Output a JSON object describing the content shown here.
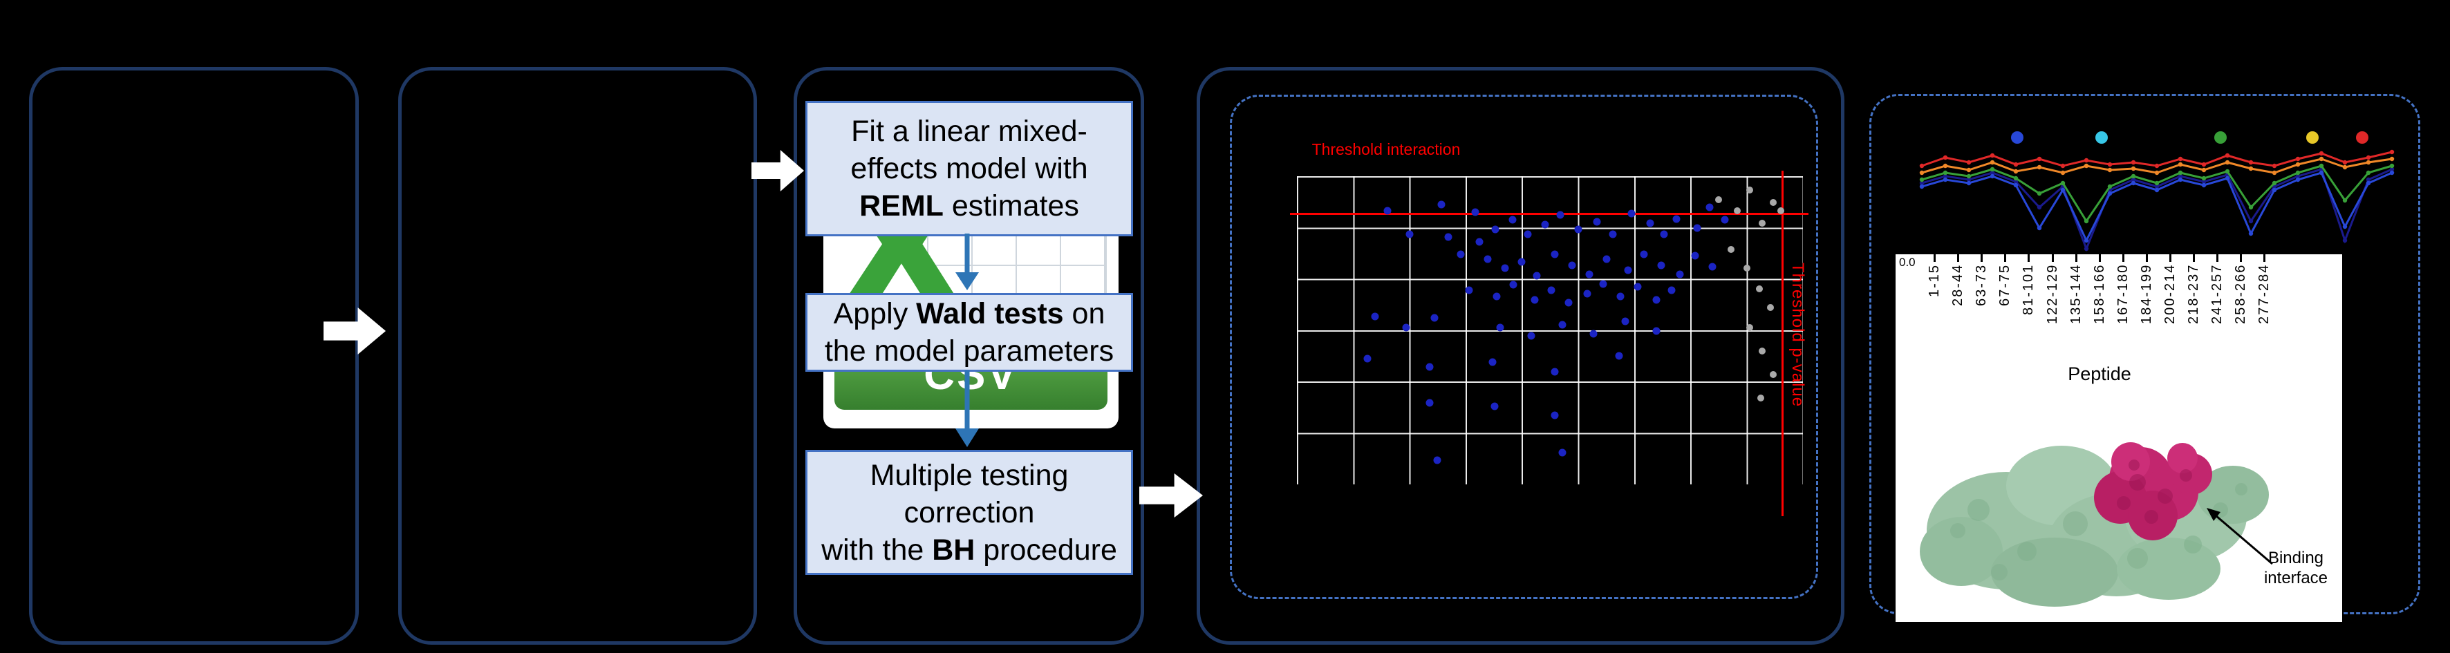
{
  "colors": {
    "background": "#000000",
    "panel_border": "#1f3864",
    "dashed_border": "#4472c4",
    "process_box_fill": "#dbe4f4",
    "process_box_border": "#4472c4",
    "flow_down_arrow": "#2e75b6",
    "white_block_arrow": "#ffffff",
    "threshold_red": "#ff0000",
    "scatter_blue": "#1b24c4",
    "scatter_gray": "#a9a9a9",
    "grid_line": "#ffffff",
    "csv_green": "#3aa33a",
    "csv_banner_green": "#4a9a3e",
    "protein_green": "#9cc3a6",
    "binding_magenta": "#c2266e"
  },
  "csv_icon": {
    "x_letter": "X",
    "format_label": "CSV"
  },
  "pipeline_steps": [
    {
      "lines": [
        [
          {
            "t": "Fit a linear mixed-"
          }
        ],
        [
          {
            "t": "effects model with"
          }
        ],
        [
          {
            "t": "REML",
            "b": true
          },
          {
            "t": " estimates"
          }
        ]
      ]
    },
    {
      "lines": [
        [
          {
            "t": "Apply "
          },
          {
            "t": "Wald tests",
            "b": true
          },
          {
            "t": " on"
          }
        ],
        [
          {
            "t": "the model parameters"
          }
        ]
      ]
    },
    {
      "lines": [
        [
          {
            "t": "Multiple testing"
          }
        ],
        [
          {
            "t": "correction"
          }
        ],
        [
          {
            "t": "with the "
          },
          {
            "t": "BH",
            "b": true
          },
          {
            "t": " procedure"
          }
        ]
      ]
    }
  ],
  "scatter_plot": {
    "type": "scatter",
    "threshold_top_label": "Threshold interaction",
    "threshold_side_label": "Threshold p-value",
    "blue_points": [
      [
        131,
        50
      ],
      [
        209,
        41
      ],
      [
        258,
        52
      ],
      [
        163,
        84
      ],
      [
        219,
        88
      ],
      [
        264,
        95
      ],
      [
        287,
        77
      ],
      [
        312,
        63
      ],
      [
        334,
        84
      ],
      [
        359,
        70
      ],
      [
        381,
        56
      ],
      [
        407,
        77
      ],
      [
        434,
        66
      ],
      [
        457,
        84
      ],
      [
        484,
        54
      ],
      [
        511,
        68
      ],
      [
        531,
        84
      ],
      [
        549,
        62
      ],
      [
        579,
        75
      ],
      [
        597,
        45
      ],
      [
        619,
        63
      ],
      [
        237,
        113
      ],
      [
        276,
        120
      ],
      [
        301,
        133
      ],
      [
        325,
        124
      ],
      [
        347,
        144
      ],
      [
        373,
        113
      ],
      [
        398,
        129
      ],
      [
        423,
        142
      ],
      [
        448,
        120
      ],
      [
        479,
        136
      ],
      [
        502,
        113
      ],
      [
        527,
        129
      ],
      [
        554,
        142
      ],
      [
        576,
        115
      ],
      [
        601,
        131
      ],
      [
        249,
        165
      ],
      [
        289,
        174
      ],
      [
        313,
        157
      ],
      [
        344,
        179
      ],
      [
        368,
        165
      ],
      [
        393,
        183
      ],
      [
        420,
        170
      ],
      [
        443,
        156
      ],
      [
        468,
        174
      ],
      [
        493,
        160
      ],
      [
        520,
        179
      ],
      [
        542,
        165
      ],
      [
        113,
        203
      ],
      [
        158,
        219
      ],
      [
        199,
        205
      ],
      [
        294,
        219
      ],
      [
        339,
        231
      ],
      [
        384,
        215
      ],
      [
        429,
        228
      ],
      [
        475,
        210
      ],
      [
        520,
        224
      ],
      [
        102,
        264
      ],
      [
        192,
        276
      ],
      [
        283,
        269
      ],
      [
        373,
        283
      ],
      [
        466,
        260
      ],
      [
        192,
        328
      ],
      [
        286,
        333
      ],
      [
        373,
        346
      ],
      [
        203,
        411
      ],
      [
        384,
        400
      ]
    ],
    "gray_points": [
      [
        610,
        34
      ],
      [
        637,
        50
      ],
      [
        655,
        20
      ],
      [
        673,
        68
      ],
      [
        689,
        38
      ],
      [
        628,
        106
      ],
      [
        651,
        133
      ],
      [
        669,
        163
      ],
      [
        685,
        190
      ],
      [
        655,
        219
      ],
      [
        673,
        253
      ],
      [
        689,
        287
      ],
      [
        671,
        321
      ],
      [
        700,
        50
      ]
    ]
  },
  "uptake_chart": {
    "type": "line",
    "y_tick_label": "0.0",
    "x_axis_label": "Peptide",
    "x_tick_labels": [
      "1-15",
      "28-44",
      "63-73",
      "67-75",
      "81-101",
      "122-129",
      "135-144",
      "158-166",
      "167-180",
      "184-199",
      "200-214",
      "218-237",
      "241-257",
      "258-266",
      "277-284"
    ],
    "legend_dots": [
      {
        "c": "#2848d8",
        "x": 148
      },
      {
        "c": "#38c8e8",
        "x": 270
      },
      {
        "c": "#38a038",
        "x": 442
      },
      {
        "c": "#e8c828",
        "x": 575
      },
      {
        "c": "#e02828",
        "x": 647
      }
    ],
    "x": [
      10,
      44,
      78,
      112,
      146,
      180,
      214,
      248,
      282,
      316,
      350,
      384,
      418,
      452,
      486,
      520,
      554,
      588,
      622,
      656,
      690
    ],
    "series": [
      {
        "color": "#1a1a8c",
        "y": [
          85,
          75,
          80,
          70,
          83,
          120,
          90,
          180,
          95,
          80,
          90,
          75,
          83,
          73,
          140,
          90,
          75,
          65,
          168,
          80,
          65
        ]
      },
      {
        "color": "#2848d8",
        "y": [
          90,
          80,
          85,
          75,
          88,
          150,
          95,
          168,
          100,
          85,
          95,
          80,
          88,
          78,
          158,
          95,
          80,
          70,
          148,
          85,
          70
        ]
      },
      {
        "color": "#38a038",
        "y": [
          80,
          70,
          75,
          65,
          78,
          100,
          85,
          140,
          90,
          75,
          85,
          70,
          78,
          68,
          120,
          85,
          70,
          60,
          110,
          70,
          60
        ]
      },
      {
        "color": "#f08828",
        "y": [
          70,
          60,
          66,
          55,
          68,
          62,
          70,
          60,
          66,
          64,
          70,
          58,
          66,
          55,
          64,
          70,
          58,
          50,
          62,
          55,
          50
        ]
      },
      {
        "color": "#e02828",
        "y": [
          60,
          48,
          55,
          45,
          58,
          50,
          60,
          52,
          58,
          55,
          60,
          50,
          58,
          45,
          55,
          60,
          50,
          42,
          55,
          48,
          40
        ]
      }
    ]
  },
  "structure_annotation": {
    "line1": "Binding",
    "line2": "interface"
  }
}
